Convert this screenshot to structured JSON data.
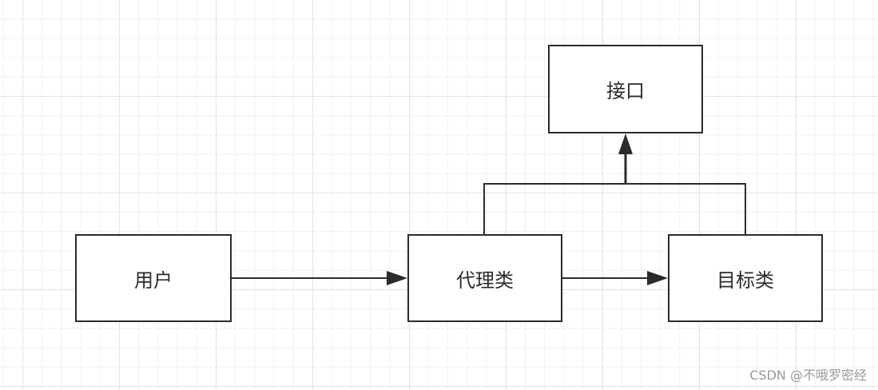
{
  "nodes": {
    "user": "用户",
    "proxy": "代理类",
    "target": "目标类",
    "interface": "接口"
  },
  "watermark": "CSDN @不哦罗密经",
  "colors": {
    "stroke": "#2b2b2b",
    "grid": "#e3e3e3",
    "background": "#ffffff"
  }
}
